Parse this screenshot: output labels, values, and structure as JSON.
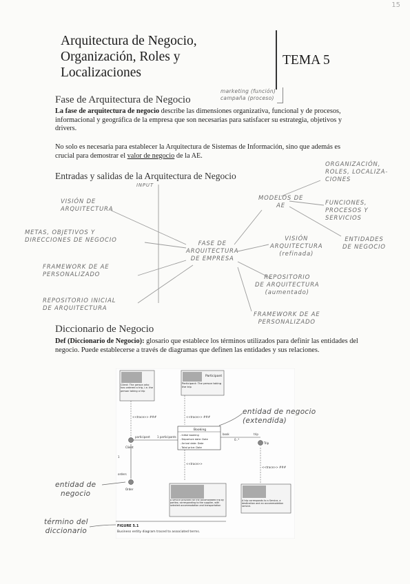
{
  "page": {
    "page_number": "15",
    "title_lines": [
      "Arquitectura de Negocio,",
      "Organización, Roles y",
      "Localizaciones"
    ],
    "tema": "TEMA 5"
  },
  "section1": {
    "heading": "Fase de Arquitectura de Negocio",
    "margin_note": "marketing (función)\ncampaña (proceso)",
    "para1_bold_lead": "La ",
    "para1_bold": "fase de arquitectura de negocio",
    "para1_rest": " describe las dimensiones organizativa, funcional y de procesos, informacional y geográfica de la empresa que son necesarias para satisfacer su estrategia, objetivos y drivers.",
    "para2_start": "No solo es necesaria para establecer la Arquitectura de Sistemas de Información, sino que además es crucial para demostrar el ",
    "para2_underlined": "valor de negocio",
    "para2_end": " de la AE."
  },
  "section2": {
    "heading": "Entradas y salidas de la Arquitectura de Negocio",
    "input_label": "INPUT",
    "center": "FASE DE\nARQUITECTURA\nDE EMPRESA",
    "inputs": [
      "VISIÓN DE\nARQUITECTURA",
      "METAS, OBJETIVOS Y\nDIRECCIONES DE NEGOCIO",
      "FRAMEWORK DE AE\nPERSONALIZADO",
      "REPOSITORIO INICIAL\nDE ARQUITECTURA"
    ],
    "modelos": "MODELOS DE\nAE",
    "outputs": [
      "ORGANIZACIÓN,\nROLES, LOCALIZA-\nCIONES",
      "FUNCIONES,\nPROCESOS Y\nSERVICIOS",
      "ENTIDADES\nDE NEGOCIO",
      "VISIÓN\nARQUITECTURA\n(refinada)",
      "REPOSITORIO\nDE ARQUITECTURA\n(aumentado)",
      "FRAMEWORK DE AE\nPERSONALIZADO"
    ]
  },
  "section3": {
    "heading": "Diccionario de Negocio",
    "def_bold": "Def (Diccionario de Negocio):",
    "def_text": "  glosario que establece los términos utilizados para definir las entidades del negocio. Puede establecerse a través de diagramas que definen las entidades y sus relaciones."
  },
  "figure": {
    "client_note": "Client: The person who has ordered a trip, i.e. the person taking a trip",
    "participant_title": "Participant",
    "participant_note": "Participant: The person taking the trip",
    "booking_title": "Booking",
    "booking_fields": [
      "- Initial booking",
      "- Departure date: Date",
      "- Arrival date: Date",
      "- Total price: Date"
    ],
    "service_note": "A service provided for the accomodated trip by parties; corresponding to the supplier, with selected accommodation and transportation",
    "trip_note": "A trip corresponds to a Service, a destination and an accommodation service.",
    "labels": {
      "trace1": "<<trace>> ###",
      "trace2": "<<trace>> ###",
      "trace3": "<<trace>>",
      "trace4": "<<trace>> ###",
      "participant": "participant",
      "participants": "1 participants",
      "client": "Client",
      "book": "book",
      "trip": "Trip",
      "order": "Order",
      "orders": "orders",
      "trip_assoc": "trip",
      "one": "1",
      "many": "0..*"
    },
    "caption_title": "FIGURE 5.1",
    "caption_text": "Business entity diagram traced to associated terms."
  },
  "annotations": {
    "entidad_extendida": "entidad de negocio\n(extendida)",
    "entidad": "entidad de\nnegocio",
    "termino": "término del\ndiccionario"
  }
}
